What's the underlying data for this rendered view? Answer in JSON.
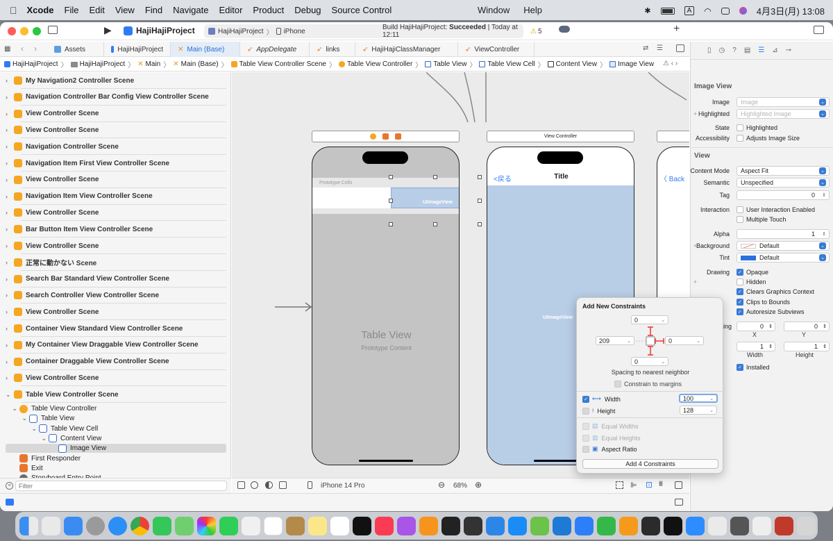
{
  "menubar": {
    "app": "Xcode",
    "items": [
      "File",
      "Edit",
      "View",
      "Find",
      "Navigate",
      "Editor",
      "Product",
      "Debug",
      "Source Control"
    ],
    "center_items": [
      "Window",
      "Help"
    ],
    "input_mode": "A",
    "clock": "4月3日(月)  13:08"
  },
  "toolbar": {
    "project": "HajiHajiProject",
    "scheme": "HajiHajiProject",
    "device": "iPhone",
    "build_status_prefix": "Build HajiHajiProject: ",
    "build_status_result": "Succeeded",
    "build_status_time": " | Today at 12:11",
    "warnings": "5"
  },
  "tabs": [
    {
      "label": "Assets",
      "active": false
    },
    {
      "label": "HajiHajiProject",
      "active": false
    },
    {
      "label": "Main (Base)",
      "active": true
    },
    {
      "label": "AppDelegate",
      "active": false
    },
    {
      "label": "links",
      "active": false
    },
    {
      "label": "HajiHajiClassManager",
      "active": false
    },
    {
      "label": "ViewController",
      "active": false
    }
  ],
  "jumpbar": [
    "HajiHajiProject",
    "HajiHajiProject",
    "Main",
    "Main (Base)",
    "Table View Controller Scene",
    "Table View Controller",
    "Table View",
    "Table View Cell",
    "Content View",
    "Image View"
  ],
  "navigator": {
    "scenes": [
      "My Navigation2 Controller Scene",
      "Navigation Controller Bar Config View Controller Scene",
      "View Controller Scene",
      "View Controller Scene",
      "Navigation Controller Scene",
      "Navigation Item First View Controller Scene",
      "View Controller Scene",
      "Navigation Item View Controller Scene",
      "View Controller Scene",
      "Bar Button Item View Controller Scene",
      "View Controller Scene",
      "正常に動かない Scene",
      "Search Bar Standard View Controller Scene",
      "Search Controller View Controller Scene",
      "View Controller Scene",
      "Container View Standard View Controller Scene",
      "My Container View Draggable View Controller Scene",
      "Container Draggable View Controller Scene",
      "View Controller Scene",
      "Table View Controller Scene"
    ],
    "tree": [
      "Table View Controller",
      "Table View",
      "Table View Cell",
      "Content View",
      "Image View",
      "First Responder",
      "Exit",
      "Storyboard Entry Point"
    ],
    "filter_placeholder": "Filter"
  },
  "canvas": {
    "prototype_cells": "Prototype Cells",
    "uiimageview_cell": "UIImageView",
    "table_view_title": "Table View",
    "table_view_sub": "Prototype Content",
    "vc_header": "View Controller",
    "back_label": "<戻る",
    "nav_title": "Title",
    "uiimageview_main": "UIImageView",
    "back_label_2": "Back"
  },
  "statusbar": {
    "device": "iPhone 14 Pro",
    "zoom": "68%"
  },
  "inspector": {
    "section_image_view": "Image View",
    "image_label": "Image",
    "image_placeholder": "Image",
    "highlighted_label": "Highlighted",
    "highlighted_placeholder": "Highlighted Image",
    "state_label": "State",
    "state_value": "Highlighted",
    "accessibility_label": "Accessibility",
    "accessibility_value": "Adjusts Image Size",
    "section_view": "View",
    "content_mode_label": "Content Mode",
    "content_mode_value": "Aspect Fit",
    "semantic_label": "Semantic",
    "semantic_value": "Unspecified",
    "tag_label": "Tag",
    "tag_value": "0",
    "interaction_label": "Interaction",
    "interaction_1": "User Interaction Enabled",
    "interaction_2": "Multiple Touch",
    "alpha_label": "Alpha",
    "alpha_value": "1",
    "background_label": "Background",
    "background_value": "Default",
    "tint_label": "Tint",
    "tint_value": "Default",
    "drawing_label": "Drawing",
    "drawing_opaque": "Opaque",
    "drawing_hidden": "Hidden",
    "drawing_clears": "Clears Graphics Context",
    "drawing_clips": "Clips to Bounds",
    "drawing_autoresize": "Autoresize Subviews",
    "stretching_label_partial": "hing",
    "x_value": "0",
    "y_value": "0",
    "x_label": "X",
    "y_label": "Y",
    "width_value": "1",
    "height_value": "1",
    "width_label": "Width",
    "height_label": "Height",
    "installed": "Installed"
  },
  "constraints_popover": {
    "title": "Add New Constraints",
    "top": "0",
    "left": "209",
    "right": "0",
    "bottom": "0",
    "spacing_label": "Spacing to nearest neighbor",
    "margins_label": "Constrain to margins",
    "width_label": "Width",
    "width_value": "100",
    "height_label": "Height",
    "height_value": "128",
    "equal_widths": "Equal Widths",
    "equal_heights": "Equal Heights",
    "aspect_ratio": "Aspect Ratio",
    "add_button": "Add 4 Constraints"
  }
}
